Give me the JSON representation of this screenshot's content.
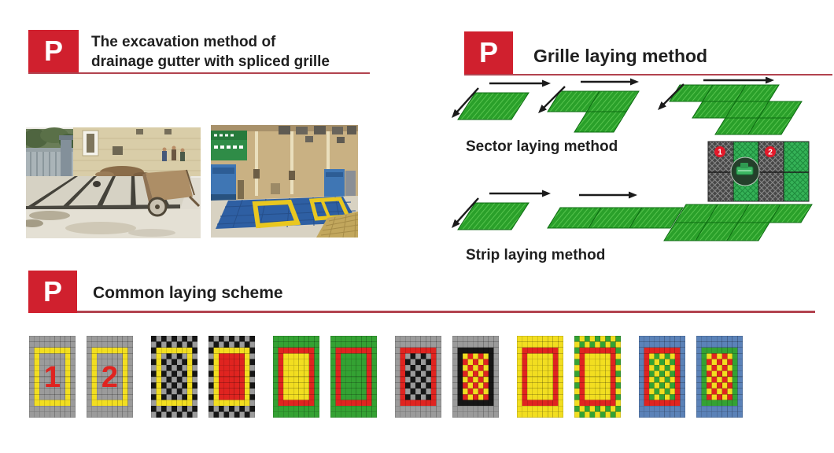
{
  "colors": {
    "badge_red": "#d0202e",
    "rule_red": "#b2434f",
    "title_text": "#1f1f1f",
    "mat_green": "#2aa02a",
    "palette": {
      "gray": "#9b9b9b",
      "black": "#161616",
      "yellow": "#f2de20",
      "red": "#e02420",
      "green": "#34a233",
      "blue": "#5b82b8"
    }
  },
  "sections": {
    "excavation": {
      "badge": "P",
      "title_line1": "The excavation method of",
      "title_line2": "drainage gutter with spliced grille"
    },
    "grille": {
      "badge": "P",
      "title": "Grille laying method",
      "sector_label": "Sector laying method",
      "strip_label": "Strip laying method"
    },
    "scheme": {
      "badge": "P",
      "title": "Common laying scheme"
    }
  },
  "detail": {
    "marker1": "1",
    "marker2": "2"
  },
  "diagrams": {
    "sector_clusters": [
      [
        [
          0,
          0
        ]
      ],
      [
        [
          0,
          0
        ],
        [
          1,
          0
        ],
        [
          1,
          1
        ]
      ],
      [
        [
          0,
          0
        ],
        [
          1,
          0
        ],
        [
          2,
          0
        ],
        [
          1,
          1
        ],
        [
          2,
          1
        ],
        [
          3,
          1
        ],
        [
          2,
          2
        ],
        [
          3,
          2
        ]
      ]
    ],
    "strip_clusters": [
      [
        [
          0,
          0
        ]
      ],
      [
        [
          0,
          0
        ],
        [
          1,
          0
        ],
        [
          2,
          0
        ]
      ],
      [
        [
          0,
          0
        ],
        [
          1,
          0
        ],
        [
          2,
          0
        ],
        [
          3,
          0
        ],
        [
          0,
          1
        ],
        [
          1,
          1
        ],
        [
          2,
          1
        ]
      ]
    ]
  },
  "swatches": [
    {
      "bg": "gray",
      "ring": "yellow",
      "center": "gray",
      "digit": "1"
    },
    {
      "bg": "gray",
      "ring": "yellow",
      "center": "gray",
      "digit": "2"
    },
    {
      "bg": "checker-black-gray",
      "ring": "yellow",
      "center": "checker-black-gray"
    },
    {
      "bg": "checker-black-gray",
      "ring": "yellow",
      "center": "red"
    },
    {
      "bg": "green",
      "ring": "red",
      "center": "yellow"
    },
    {
      "bg": "green",
      "ring": "red",
      "center": "green"
    },
    {
      "bg": "gray",
      "ring": "red",
      "center": "checker-black-gray"
    },
    {
      "bg": "gray",
      "ring": "black",
      "center": "checker-red-yellow"
    },
    {
      "bg": "yellow",
      "ring": "red",
      "center": "yellow"
    },
    {
      "bg": "checker-green-yellow",
      "ring": "red",
      "center": "yellow"
    },
    {
      "bg": "blue",
      "ring": "red",
      "center": "checker-green-yellow"
    },
    {
      "bg": "blue",
      "ring": "green",
      "center": "checker-red-yellow"
    }
  ]
}
